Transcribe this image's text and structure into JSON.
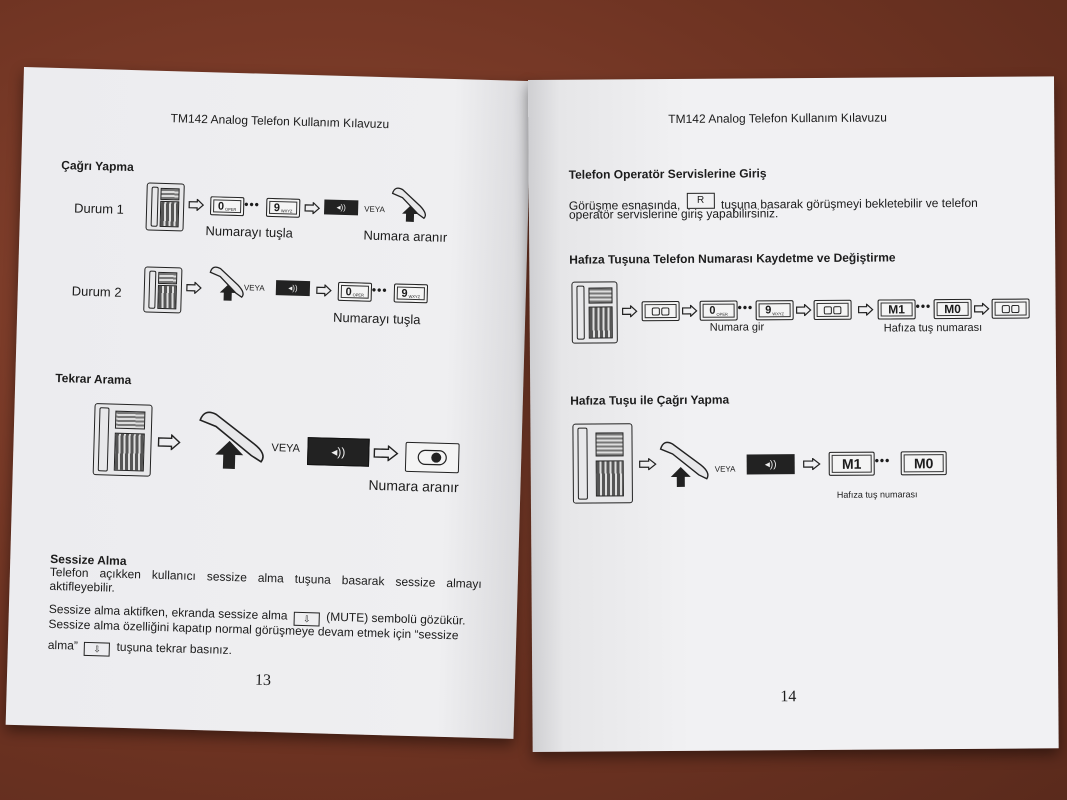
{
  "left": {
    "header": "TM142 Analog Telefon Kullanım Kılavuzu",
    "cagri_title": "Çağrı Yapma",
    "durum1": "Durum  1",
    "durum2": "Durum  2",
    "numarayi_tusla": "Numarayı tuşla",
    "numara_aranir": "Numara aranır",
    "veya": "VEYA",
    "key0": "0",
    "key0_sub": "OPER",
    "key9": "9",
    "key9_sub": "WXYZ",
    "tekrar_title": "Tekrar Arama",
    "sessize_title": "Sessize Alma",
    "para1": "Telefon açıkken kullanıcı sessize alma tuşuna basarak sessize almayı aktifleyebilir.",
    "para2_a": "Sessize alma aktifken, ekranda sessize alma",
    "para2_b": "(MUTE) sembolü gözükür.",
    "para3": "Sessize alma özelliğini kapatıp normal görüşmeye devam etmek için “sessize",
    "para4_a": "alma”",
    "para4_b": "tuşuna tekrar basınız.",
    "page_number": "13"
  },
  "right": {
    "header": "TM142 Analog Telefon Kullanım Kılavuzu",
    "operator_title": "Telefon Operatör Servislerine Giriş",
    "op_text_a": "Görüşme esnasında,",
    "r_key": "R",
    "op_text_b": "tuşuna basarak görüşmeyi bekletebilir ve telefon",
    "op_text_c": "operatör servislerine giriş yapabilirsiniz.",
    "hafiza_title": "Hafıza Tuşuna Telefon Numarası Kaydetme ve Değiştirme",
    "numara_gir": "Numara gir",
    "hafiza_tus_numarasi": "Hafıza tuş numarası",
    "m1": "M1",
    "m0": "M0",
    "key0": "0",
    "key0_sub": "OPER",
    "key9": "9",
    "key9_sub": "WXYZ",
    "cagri_title": "Hafıza Tuşu ile Çağrı Yapma",
    "veya": "VEYA",
    "hafiza_tus_numarasi_small": "Hafıza tuş numarası",
    "page_number": "14"
  },
  "icons": {
    "colors": {
      "ink": "#1c1c1c",
      "paper": "#efeff1",
      "table": "#7a3a28"
    }
  }
}
